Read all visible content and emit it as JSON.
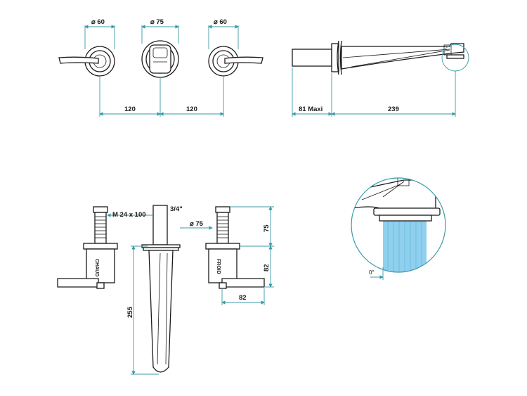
{
  "dimensions": {
    "dia_left_handle": "⌀ 60",
    "dia_center_body": "⌀ 75",
    "dia_right_handle": "⌀ 60",
    "spacing_left": "120",
    "spacing_right": "120",
    "spout_wall": "81 Maxi",
    "spout_length": "239",
    "thread": "M 24 x 100",
    "pipe_size": "3/4\"",
    "flange_dia": "⌀ 75",
    "valve_height": "75",
    "handle_height": "82",
    "handle_width": "82",
    "spout_depth": "255",
    "flow_angle": "0°"
  },
  "labels": {
    "hot": "CHAUD",
    "cold": "FROID"
  },
  "colors": {
    "dimension_line": "#3a9aa6",
    "water_flow": "#8fd0ee",
    "detail_circle": "#3a9aa6"
  }
}
